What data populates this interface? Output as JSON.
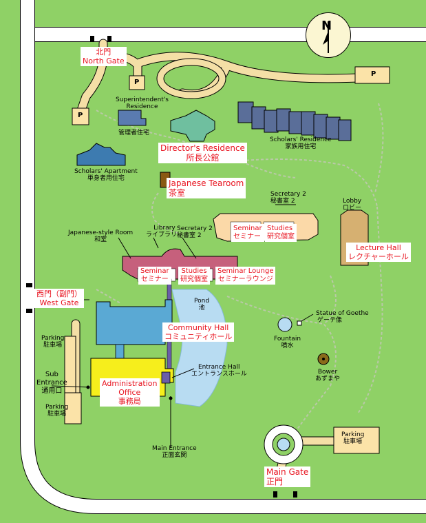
{
  "compass": {
    "label": "N"
  },
  "parking_symbol": "P",
  "labels": {
    "north_gate": {
      "ja": "北門",
      "en": "North Gate"
    },
    "superintendent": {
      "en": "Superintendent's",
      "en2": "Residence",
      "ja": "管理者住宅"
    },
    "scholars_residence": {
      "en": "Scholars' Residence",
      "ja": "家族用住宅"
    },
    "directors_residence": {
      "en": "Director's Residence",
      "ja": "所長公館"
    },
    "scholars_apartment": {
      "en": "Scholars' Apartment",
      "ja": "単身者用住宅"
    },
    "japanese_tearoom": {
      "en": "Japanese Tearoom",
      "ja": "茶室"
    },
    "secretary2_right": {
      "en": "Secretary 2",
      "ja": "秘書室 2"
    },
    "lobby": {
      "en": "Lobby",
      "ja": "ロビー"
    },
    "japanese_style_room": {
      "en": "Japanese-style Room",
      "ja": "和室"
    },
    "library": {
      "en": "Library",
      "ja": "ライブラリー"
    },
    "secretary2_left": {
      "en": "Secretary 2",
      "ja": "秘書室 2"
    },
    "seminar_right": {
      "en": "Seminar",
      "ja": "セミナー"
    },
    "studies_right": {
      "en": "Studies",
      "ja": "研究個室"
    },
    "lecture_hall": {
      "en": "Lecture Hall",
      "ja": "レクチャーホール"
    },
    "seminar_left": {
      "en": "Seminar",
      "ja": "セミナー"
    },
    "studies_left": {
      "en": "Studies",
      "ja": "研究個室"
    },
    "seminar_lounge": {
      "en": "Seminar Lounge",
      "ja": "セミナーラウンジ"
    },
    "west_gate": {
      "ja": "西門（副門）",
      "en": "West Gate"
    },
    "pond": {
      "en": "Pond",
      "ja": "池"
    },
    "statue_goethe": {
      "en": "Statue of Goethe",
      "ja": "ゲーテ像"
    },
    "community_hall": {
      "en": "Community Hall",
      "ja": "コミュニティホール"
    },
    "fountain": {
      "en": "Fountain",
      "ja": "噴水"
    },
    "parking_west_top": {
      "en": "Parking",
      "ja": "駐車場"
    },
    "bower": {
      "en": "Bower",
      "ja": "あずまや"
    },
    "entrance_hall": {
      "en": "Entrance Hall",
      "ja": "エントランスホール"
    },
    "sub_entrance": {
      "en": "Sub",
      "en2": "Entrance",
      "ja": "通用口"
    },
    "administration_office": {
      "en": "Administration",
      "en2": "Office",
      "ja": "事務局"
    },
    "parking_west_bottom": {
      "en": "Parking",
      "ja": "駐車場"
    },
    "parking_south": {
      "en": "Parking",
      "ja": "駐車場"
    },
    "main_entrance": {
      "en": "Main Entrance",
      "ja": "正面玄関"
    },
    "main_gate": {
      "en": "Main Gate",
      "ja": "正門"
    }
  },
  "colors": {
    "grass": "#8fd166",
    "road": "#ffffff",
    "path": "#f4dfa6",
    "parking": "#fbe3a8",
    "water": "#b8dcf2",
    "building_blue": "#5aa9d4",
    "admin_yellow": "#f6ee1c",
    "seminar_pink": "#c6607c",
    "studies_cream": "#fbd9a8",
    "lecture_tan": "#d6b071",
    "tearoom_brown": "#8a5a12",
    "residence_teal": "#5a8cbb",
    "director_green": "#6fbf9f",
    "label_red": "#e8121e"
  }
}
